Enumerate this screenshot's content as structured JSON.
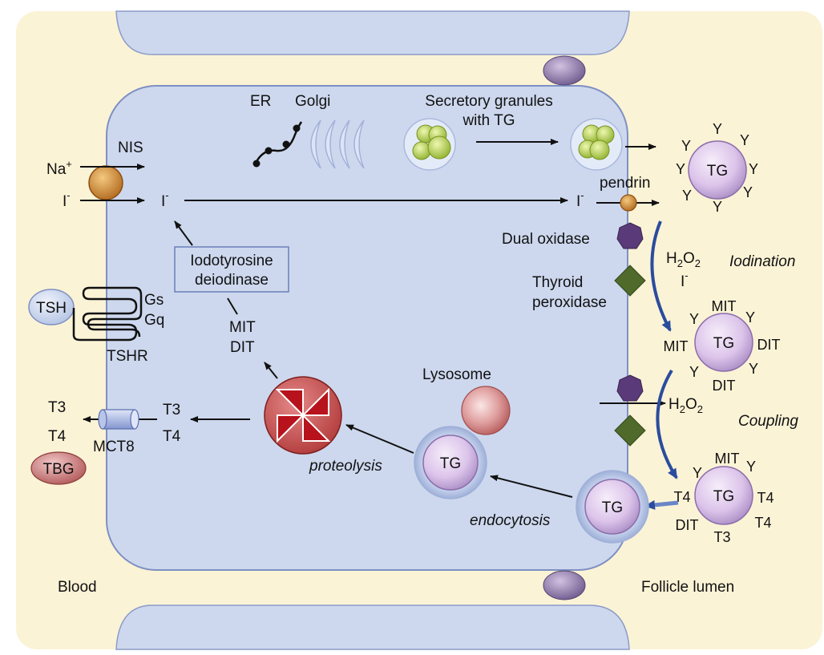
{
  "colors": {
    "background": "#fbf3d6",
    "cell_fill": "#cdd8ee",
    "cell_stroke": "#7f90c2",
    "tg_fill": "#e2cdee",
    "arrow_blue": "#2b4c9e",
    "lysosome": "#d98a8a",
    "proteasome": "#b8282e",
    "granule_green": "#b2d246",
    "pendrin": "#d58a2c",
    "dual_oxidase": "#5a3a78",
    "thyroid_peroxidase": "#4f6a2a",
    "junction": "#8f7aa9"
  },
  "labels": {
    "er": "ER",
    "golgi": "Golgi",
    "secretory_line1": "Secretory granules",
    "secretory_line2": "with TG",
    "nis": "NIS",
    "na": "Na",
    "na_sup": "+",
    "iodide_i": "I",
    "iodide_sup": "-",
    "pendrin": "pendrin",
    "dual_oxidase": "Dual oxidase",
    "thyroid_peroxidase_line1": "Thyroid",
    "thyroid_peroxidase_line2": "peroxidase",
    "h2o2_h": "H",
    "h2o2_2a": "2",
    "h2o2_o": "O",
    "h2o2_2b": "2",
    "iodination": "Iodination",
    "coupling": "Coupling",
    "deiodinase_line1": "Iodotyrosine",
    "deiodinase_line2": "deiodinase",
    "tsh": "TSH",
    "gs": "Gs",
    "gq": "Gq",
    "tshr": "TSHR",
    "mit": "MIT",
    "dit": "DIT",
    "t3": "T3",
    "t4": "T4",
    "mct8": "MCT8",
    "tbg": "TBG",
    "lysosome": "Lysosome",
    "proteolysis": "proteolysis",
    "endocytosis": "endocytosis",
    "tg": "TG",
    "y": "Y",
    "blood": "Blood",
    "follicle_lumen": "Follicle lumen"
  }
}
